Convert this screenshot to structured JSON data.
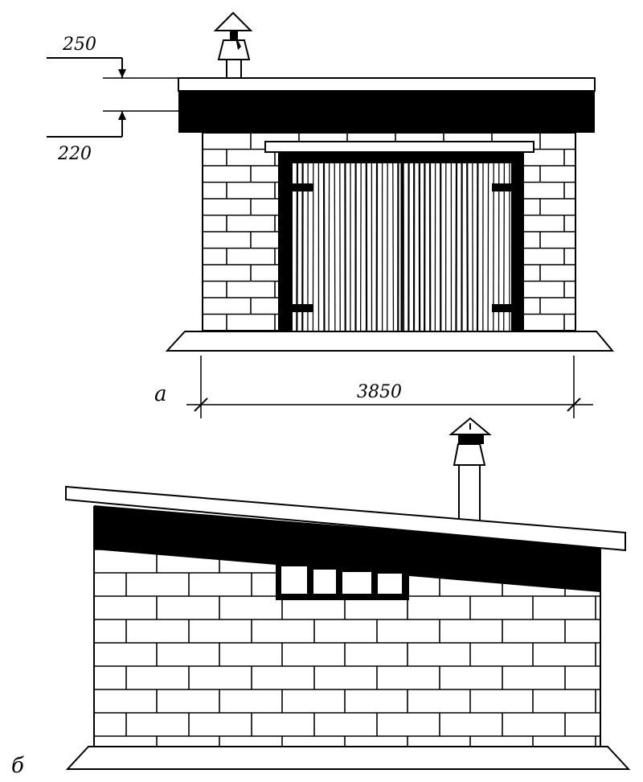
{
  "drawing": {
    "dimensions": {
      "roof_top_offset": "250",
      "roof_bottom_offset": "220",
      "width": "3850"
    },
    "figure_labels": {
      "front": "а",
      "side": "б"
    }
  },
  "colors": {
    "ink": "#000000",
    "paper": "#ffffff"
  }
}
